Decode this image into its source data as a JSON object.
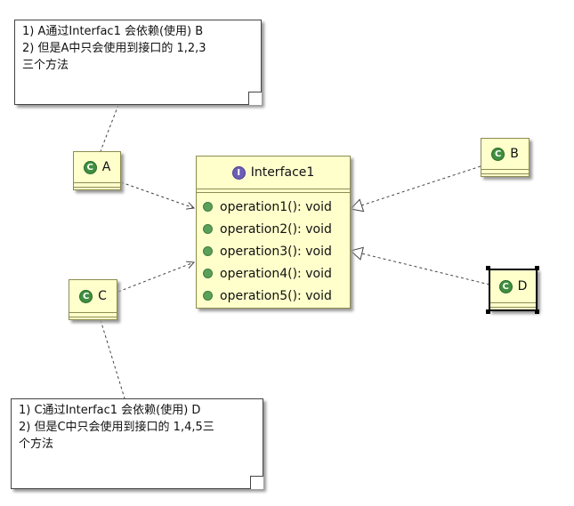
{
  "notes": {
    "top": [
      "1) A通过Interfac1 会依赖(使用) B",
      "2) 但是A中只会使用到接口的 1,2,3",
      "三个方法"
    ],
    "bottom": [
      "1) C通过Interfac1 会依赖(使用) D",
      "2) 但是C中只会使用到接口的 1,4,5三",
      "个方法"
    ]
  },
  "classes": {
    "a": "A",
    "b": "B",
    "c": "C",
    "d": "D"
  },
  "interface": {
    "name": "Interface1",
    "operations": [
      "operation1(): void",
      "operation2(): void",
      "operation3(): void",
      "operation4(): void",
      "operation5(): void"
    ]
  },
  "icons": {
    "class_icon": "class-circle-c-icon",
    "interface_icon": "interface-circle-i-icon",
    "operation_icon": "public-operation-dot-icon"
  },
  "colors": {
    "class_fill": "#ffffcc",
    "class_border": "#8c8c52",
    "class_icon": "#3f8f3f",
    "interface_icon": "#6a5fb5",
    "operation_dot": "#5aa05a",
    "connector": "#444444"
  }
}
